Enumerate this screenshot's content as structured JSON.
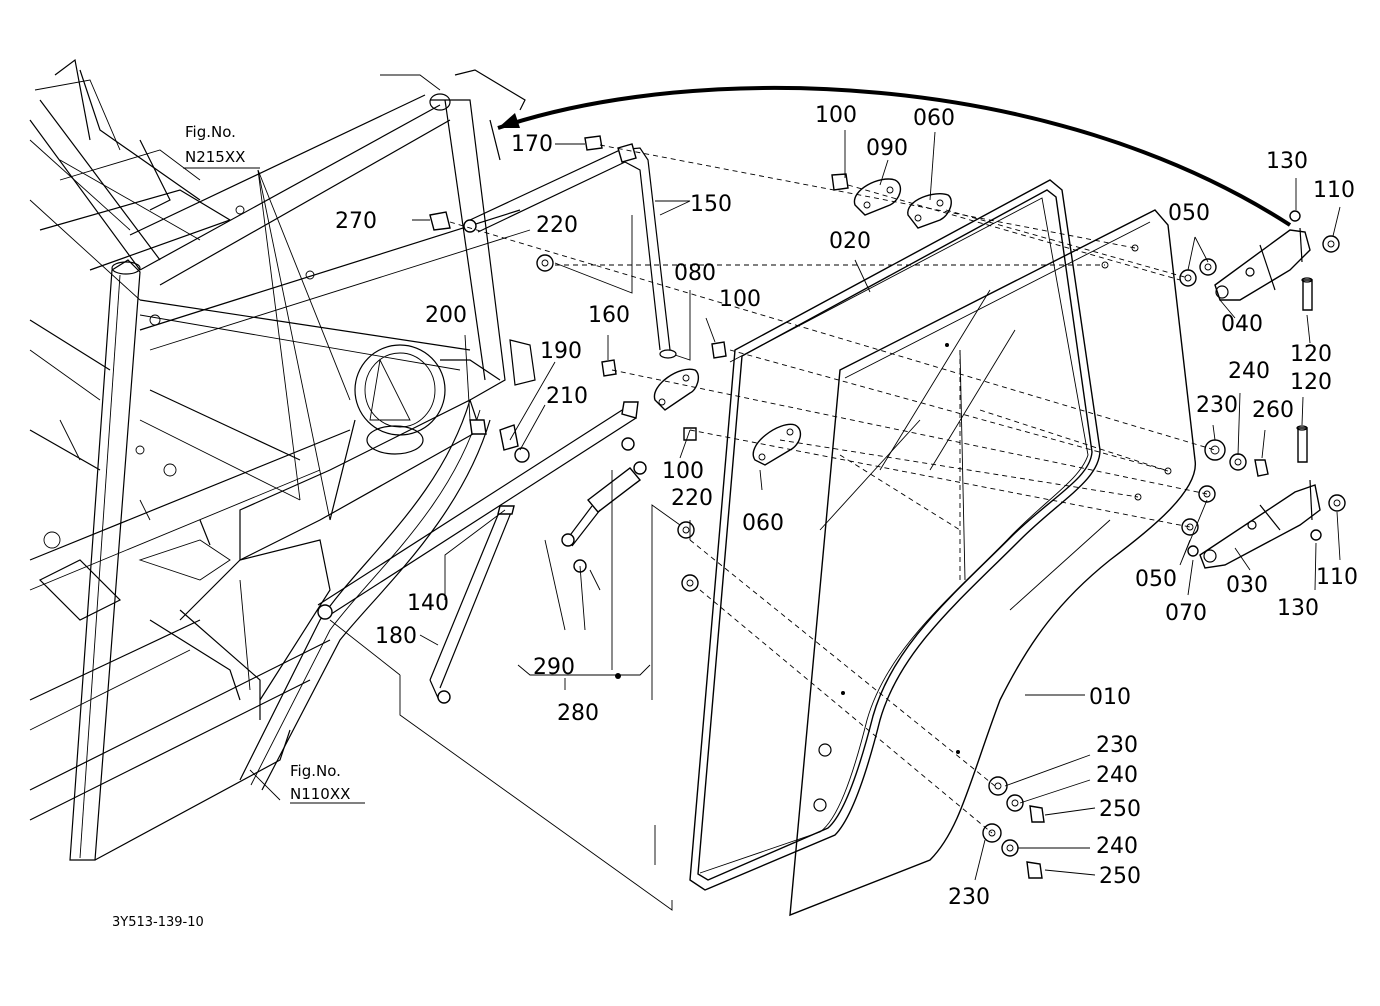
{
  "callouts": [
    {
      "id": "c100a",
      "text": "100"
    },
    {
      "id": "c090",
      "text": "090"
    },
    {
      "id": "c060a",
      "text": "060"
    },
    {
      "id": "c130a",
      "text": "130"
    },
    {
      "id": "c110a",
      "text": "110"
    },
    {
      "id": "c170",
      "text": "170"
    },
    {
      "id": "c150",
      "text": "150"
    },
    {
      "id": "c270",
      "text": "270"
    },
    {
      "id": "c220a",
      "text": "220"
    },
    {
      "id": "c020",
      "text": "020"
    },
    {
      "id": "c050a",
      "text": "050"
    },
    {
      "id": "c040",
      "text": "040"
    },
    {
      "id": "c080",
      "text": "080"
    },
    {
      "id": "c100b",
      "text": "100"
    },
    {
      "id": "c160",
      "text": "160"
    },
    {
      "id": "c200",
      "text": "200"
    },
    {
      "id": "c190",
      "text": "190"
    },
    {
      "id": "c120a",
      "text": "120"
    },
    {
      "id": "c240a",
      "text": "240"
    },
    {
      "id": "c120b",
      "text": "120"
    },
    {
      "id": "c230a",
      "text": "230"
    },
    {
      "id": "c260",
      "text": "260"
    },
    {
      "id": "c210",
      "text": "210"
    },
    {
      "id": "c100c",
      "text": "100"
    },
    {
      "id": "c220b",
      "text": "220"
    },
    {
      "id": "c060b",
      "text": "060"
    },
    {
      "id": "c050b",
      "text": "050"
    },
    {
      "id": "c030",
      "text": "030"
    },
    {
      "id": "c110b",
      "text": "110"
    },
    {
      "id": "c070",
      "text": "070"
    },
    {
      "id": "c130b",
      "text": "130"
    },
    {
      "id": "c140",
      "text": "140"
    },
    {
      "id": "c180",
      "text": "180"
    },
    {
      "id": "c290",
      "text": "290"
    },
    {
      "id": "c280",
      "text": "280"
    },
    {
      "id": "c010",
      "text": "010"
    },
    {
      "id": "c230b",
      "text": "230"
    },
    {
      "id": "c240b",
      "text": "240"
    },
    {
      "id": "c250a",
      "text": "250"
    },
    {
      "id": "c240c",
      "text": "240"
    },
    {
      "id": "c250b",
      "text": "250"
    },
    {
      "id": "c230c",
      "text": "230"
    }
  ],
  "figure_refs": [
    {
      "id": "fig1",
      "line1": "Fig.No.",
      "line2": "N215XX"
    },
    {
      "id": "fig2",
      "line1": "Fig.No.",
      "line2": "N110XX"
    }
  ],
  "drawing_code": "3Y513-139-10"
}
